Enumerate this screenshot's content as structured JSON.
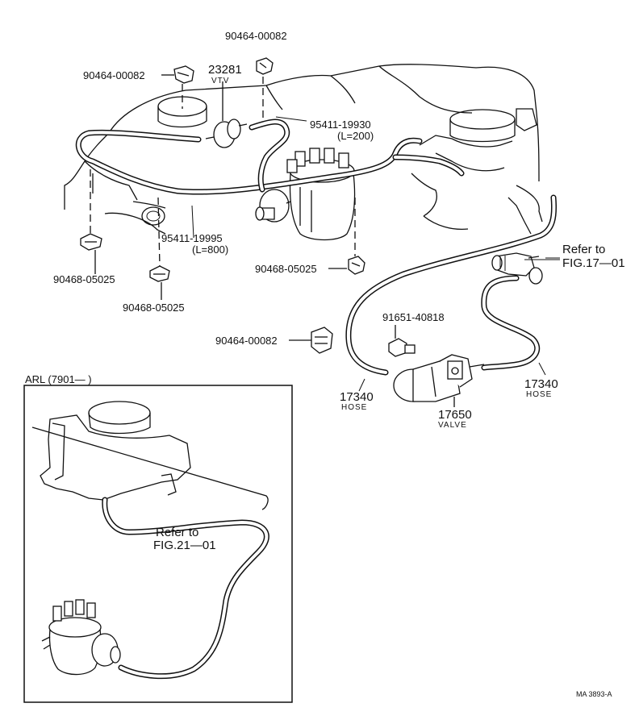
{
  "labels": {
    "clip_top": "90464-00082",
    "clip_upper_left": "90464-00082",
    "vtv_number": "23281",
    "vtv_name": "VTV",
    "hose_upper_number": "95411-19930",
    "hose_upper_length": "(L=200)",
    "hose_main_number": "95411-19995",
    "hose_main_length": "(L=800)",
    "clamp_left_upper": "90468-05025",
    "clamp_left_lower": "90468-05025",
    "clamp_right": "90468-05025",
    "refer_fig17_line1": "Refer to",
    "refer_fig17_line2": "FIG.17—01",
    "plug_number": "91651-40818",
    "clip_middle": "90464-00082",
    "hose_left_number": "17340",
    "hose_left_name": "HOSE",
    "hose_right_number": "17340",
    "hose_right_name": "HOSE",
    "valve_number": "17650",
    "valve_name": "VALVE",
    "inset_title": "ARL (7901—       )",
    "refer_fig21_line1": "Refer to",
    "refer_fig21_line2": "FIG.21—01",
    "code": "MA 3893-A"
  }
}
